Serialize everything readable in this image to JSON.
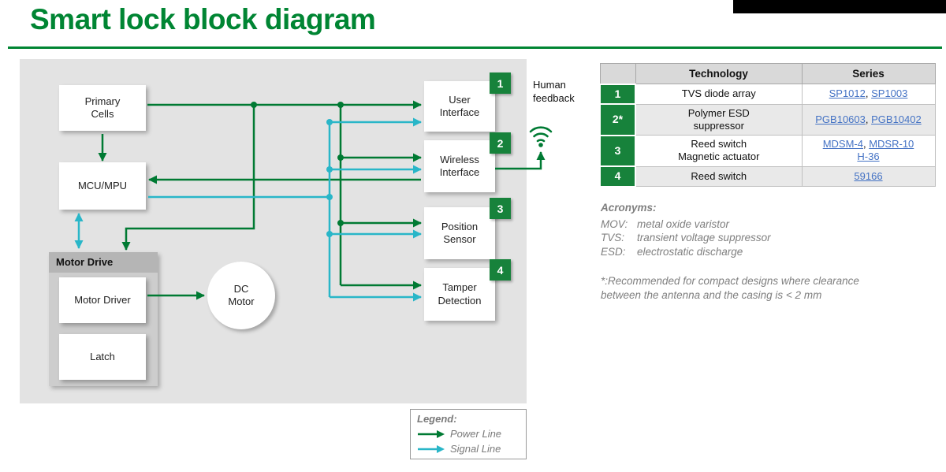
{
  "page": {
    "title": "Smart lock block diagram"
  },
  "diagram": {
    "blocks": {
      "primary_cells": "Primary\nCells",
      "mcu": "MCU/MPU",
      "motor_drive": "Motor Drive",
      "motor_driver": "Motor Driver",
      "latch": "Latch",
      "dc_motor": "DC\nMotor",
      "user_interface": "User\nInterface",
      "wireless_interface": "Wireless\nInterface",
      "position_sensor": "Position\nSensor",
      "tamper_detection": "Tamper\nDetection"
    },
    "badges": [
      "1",
      "2",
      "3",
      "4"
    ],
    "human_feedback": "Human\nfeedback",
    "legend": {
      "title": "Legend:",
      "items": [
        {
          "label": "Power Line",
          "type": "power"
        },
        {
          "label": "Signal Line",
          "type": "signal"
        }
      ]
    }
  },
  "table": {
    "headers": [
      "",
      "Technology",
      "Series"
    ],
    "rows": [
      {
        "num": "1",
        "technology": "TVS diode array",
        "series": [
          {
            "label": "SP1012",
            "trail": ", "
          },
          {
            "label": "SP1003",
            "trail": ""
          }
        ]
      },
      {
        "num": "2*",
        "technology": "Polymer ESD\nsuppressor",
        "series": [
          {
            "label": "PGB10603",
            "trail": ", "
          },
          {
            "label": "PGB10402",
            "trail": ""
          }
        ]
      },
      {
        "num": "3",
        "technology": "Reed switch\nMagnetic actuator",
        "series": [
          {
            "label": "MDSM-4",
            "trail": ", "
          },
          {
            "label": "MDSR-10",
            "trail": "\n"
          },
          {
            "label": "H-36",
            "trail": ""
          }
        ]
      },
      {
        "num": "4",
        "technology": "Reed switch",
        "series": [
          {
            "label": "59166",
            "trail": ""
          }
        ]
      }
    ]
  },
  "acronyms": {
    "title": "Acronyms:",
    "items": [
      {
        "abbr": "MOV:",
        "definition": "metal oxide varistor"
      },
      {
        "abbr": "TVS:",
        "definition": "transient voltage suppressor"
      },
      {
        "abbr": "ESD:",
        "definition": "electrostatic discharge"
      }
    ]
  },
  "footnote": "*:Recommended for compact designs where clearance between the antenna and the casing is < 2 mm",
  "colors": {
    "brand_green": "#008533",
    "power_line_green": "#007A33",
    "signal_line_cyan": "#29B6C8",
    "badge_green": "#17823B",
    "link_blue": "#4472C4"
  }
}
